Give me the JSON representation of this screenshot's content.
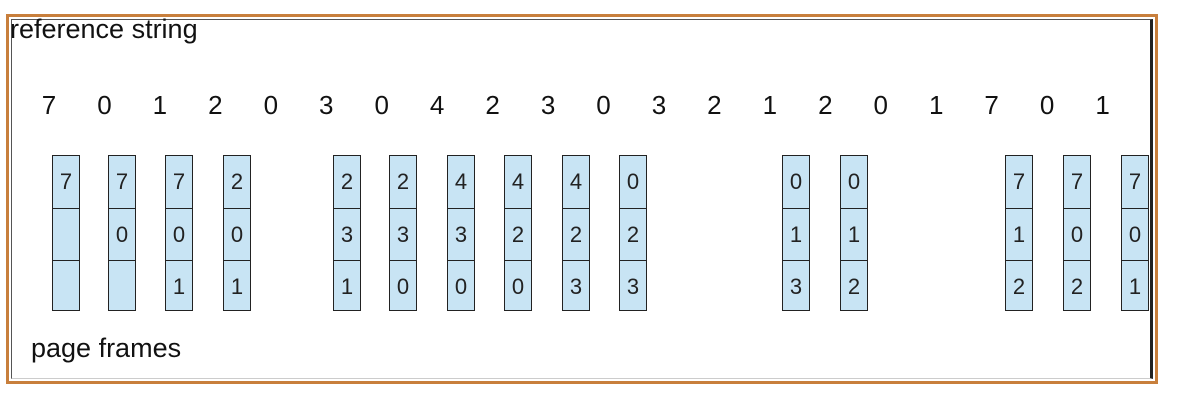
{
  "diagram": {
    "title": "reference string",
    "frames_label": "page frames",
    "reference_string": [
      "7",
      "0",
      "1",
      "2",
      "0",
      "3",
      "0",
      "4",
      "2",
      "3",
      "0",
      "3",
      "2",
      "1",
      "2",
      "0",
      "1",
      "7",
      "0",
      "1"
    ],
    "frame_columns": [
      [
        "7",
        "",
        ""
      ],
      [
        "7",
        "0",
        ""
      ],
      [
        "7",
        "0",
        "1"
      ],
      [
        "2",
        "0",
        "1"
      ],
      [
        "2",
        "3",
        "1"
      ],
      [
        "2",
        "3",
        "0"
      ],
      [
        "4",
        "3",
        "0"
      ],
      [
        "4",
        "2",
        "0"
      ],
      [
        "4",
        "2",
        "3"
      ],
      [
        "0",
        "2",
        "3"
      ],
      [
        "0",
        "1",
        "3"
      ],
      [
        "0",
        "1",
        "2"
      ],
      [
        "7",
        "1",
        "2"
      ],
      [
        "7",
        "0",
        "2"
      ],
      [
        "7",
        "0",
        "1"
      ]
    ],
    "colors": {
      "outer_border": "#c87f3c",
      "frame_fill": "#c8e4f4",
      "text": "#111111"
    }
  }
}
